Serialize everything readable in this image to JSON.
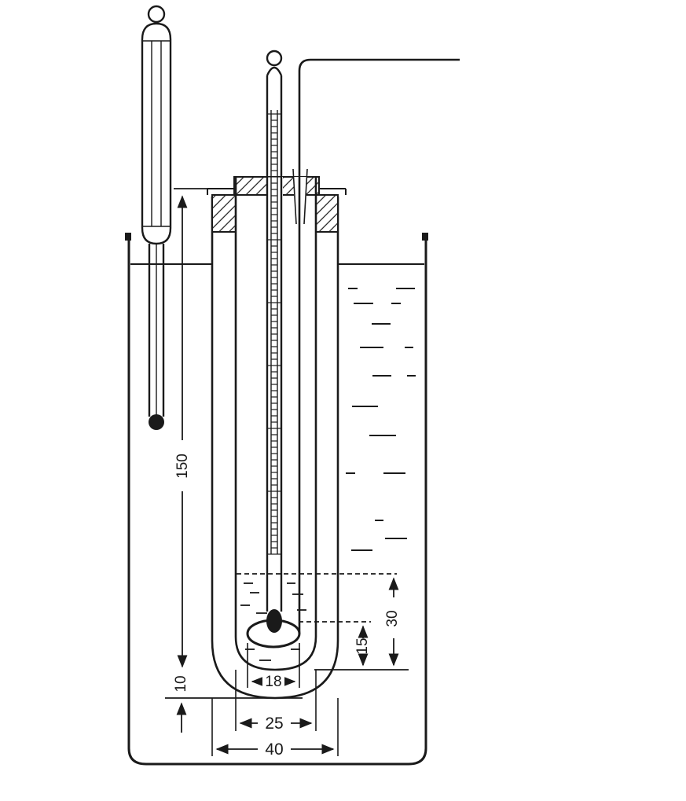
{
  "dimensions": {
    "height_150": "150",
    "height_10": "10",
    "depth_30": "30",
    "depth_15": "15",
    "width_18": "18",
    "width_25": "25",
    "width_40": "40"
  },
  "colors": {
    "ink": "#1a1a1a",
    "background": "#ffffff"
  }
}
